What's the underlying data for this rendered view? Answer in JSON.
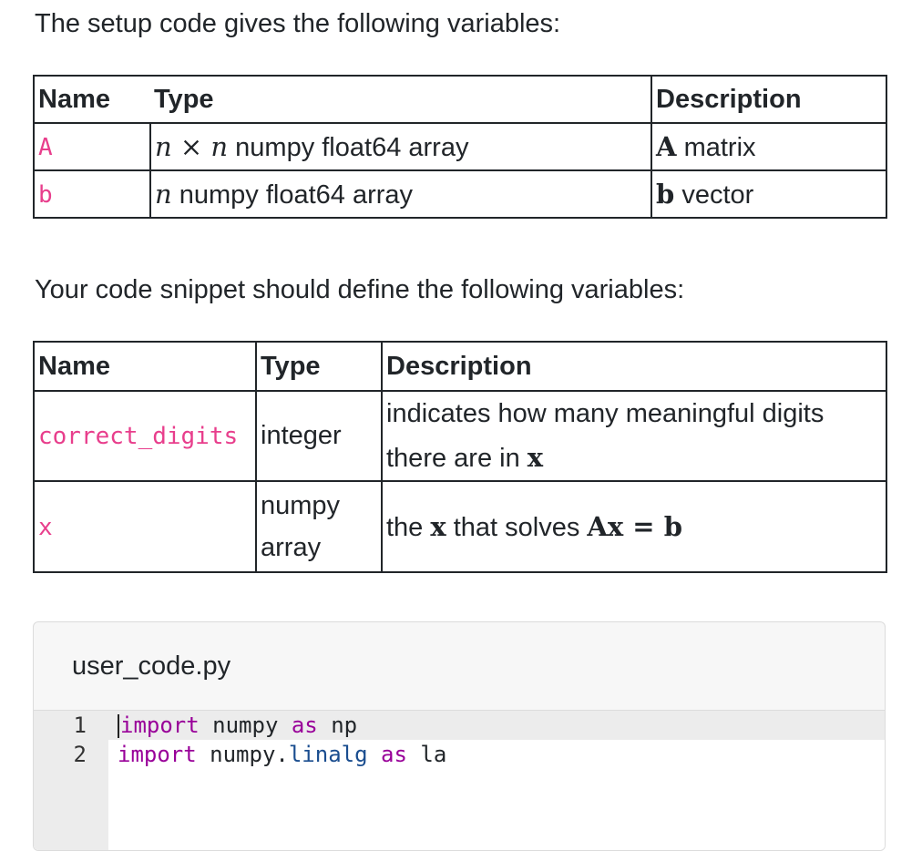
{
  "intro_setup": "The setup code gives the following variables:",
  "setup_table": {
    "headers": [
      "Name",
      "Type",
      "Description"
    ],
    "rows": [
      {
        "name": "A",
        "type_math": "n × n",
        "type_text": " numpy float64 array",
        "desc_math": "A",
        "desc_text": " matrix"
      },
      {
        "name": "b",
        "type_math": "n",
        "type_text": " numpy float64 array",
        "desc_math": "b",
        "desc_text": " vector"
      }
    ]
  },
  "intro_define": "Your code snippet should define the following variables:",
  "define_table": {
    "headers": [
      "Name",
      "Type",
      "Description"
    ],
    "rows": [
      {
        "name": "correct_digits",
        "type": "integer",
        "desc_text": "indicates how many meaningful digits there are in ",
        "desc_math": "x"
      },
      {
        "name": "x",
        "type": "numpy array",
        "desc_pre": "the ",
        "desc_math": "x",
        "desc_mid": " that solves ",
        "desc_eq": "Ax = b"
      }
    ]
  },
  "editor": {
    "title": "user_code.py",
    "lines": [
      {
        "num": "1",
        "kw1": "import",
        "mod": " numpy ",
        "kw2": "as",
        "alias": " np"
      },
      {
        "num": "2",
        "kw1": "import",
        "mod": " numpy.",
        "attr": "linalg",
        "kw2": " as",
        "alias": " la"
      }
    ]
  }
}
